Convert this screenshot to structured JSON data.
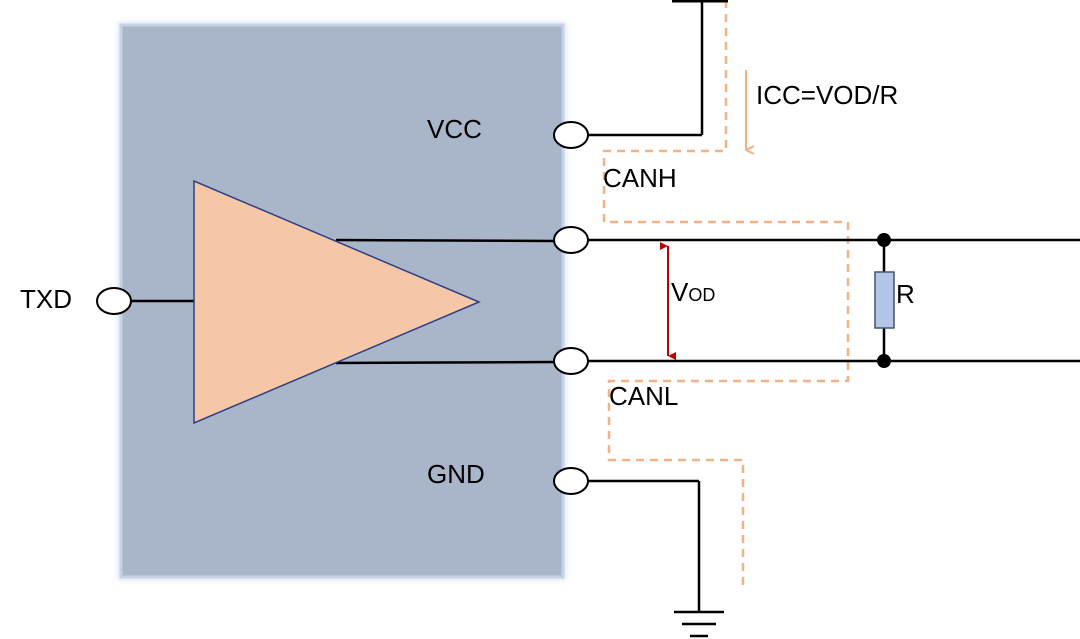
{
  "labels": {
    "txd": "TXD",
    "vcc": "VCC",
    "gnd": "GND",
    "canh": "CANH",
    "canl": "CANL",
    "vod_main": "V",
    "vod_sub": "OD",
    "r": "R",
    "icc": "ICC=VOD/R"
  },
  "colors": {
    "chip_fill": "#a9b5c8",
    "chip_border": "#dce6f2",
    "driver_fill": "#f6c7a6",
    "driver_stroke": "#2f3f86",
    "current_path": "#f4b183",
    "vod_arrow": "#c00000",
    "resistor_fill": "#b4c6e7",
    "resistor_stroke": "#44546a",
    "wire": "#000000"
  }
}
